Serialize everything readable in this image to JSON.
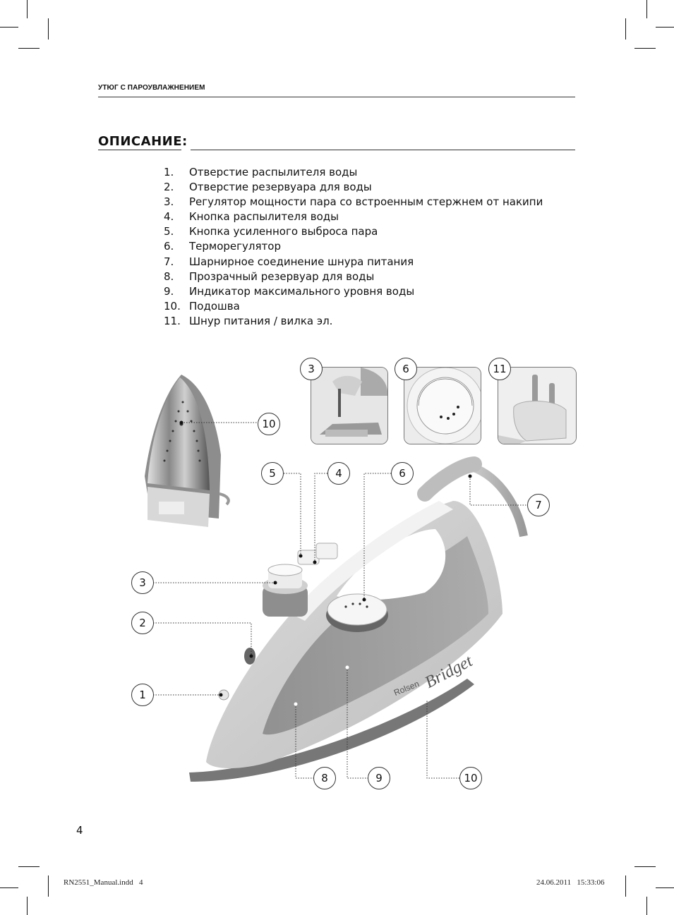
{
  "header": {
    "title": "УТЮГ С ПАРОУВЛАЖНЕНИЕМ"
  },
  "section": {
    "title": "ОПИСАНИЕ:"
  },
  "parts": [
    {
      "num": "1.",
      "text": "Отверстие распылителя воды"
    },
    {
      "num": "2.",
      "text": "Отверстие резервуара для воды"
    },
    {
      "num": "3.",
      "text": "Регулятор мощности пара со встроенным стержнем от накипи"
    },
    {
      "num": "4.",
      "text": "Кнопка распылителя воды"
    },
    {
      "num": "5.",
      "text": "Кнопка усиленного выброса пара"
    },
    {
      "num": "6.",
      "text": "Терморегулятор"
    },
    {
      "num": "7.",
      "text": "Шарнирное соединение шнура питания"
    },
    {
      "num": "8.",
      "text": "Прозрачный резервуар для воды"
    },
    {
      "num": "9.",
      "text": "Индикатор максимального уровня воды"
    },
    {
      "num": "10.",
      "text": "Подошва"
    },
    {
      "num": "11.",
      "text": "Шнур питания / вилка эл."
    }
  ],
  "callouts": {
    "c10_sole": "10",
    "c3_photo": "3",
    "c6_photo": "6",
    "c11_photo": "11",
    "c5": "5",
    "c4": "4",
    "c6": "6",
    "c7": "7",
    "c3": "3",
    "c2": "2",
    "c1": "1",
    "c8": "8",
    "c9": "9",
    "c10": "10"
  },
  "product": {
    "brand": "Rolsen",
    "model": "Bridget"
  },
  "page_number": "4",
  "footer": {
    "file": "RN2551_Manual.indd   4",
    "date": "24.06.2011   15:33:06"
  }
}
